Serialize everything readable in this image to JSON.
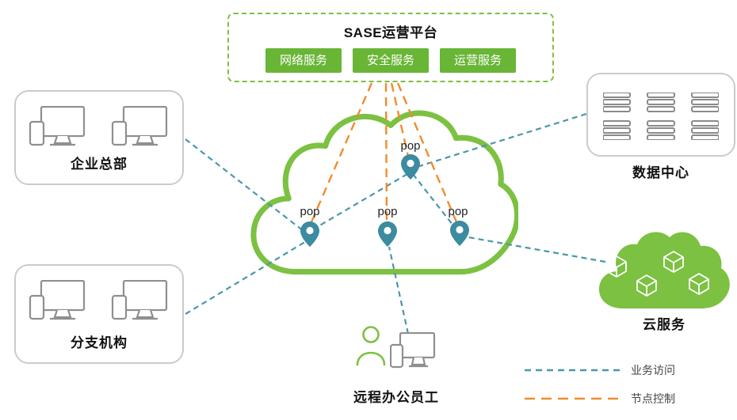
{
  "platform": {
    "title": "SASE运营平台",
    "services": [
      "网络服务",
      "安全服务",
      "运营服务"
    ]
  },
  "sites": {
    "hq": {
      "label": "企业总部"
    },
    "branch": {
      "label": "分支机构"
    },
    "datacenter": {
      "label": "数据中心"
    },
    "cloud_services": {
      "label": "云服务"
    },
    "remote_worker": {
      "label": "远程办公员工"
    }
  },
  "pops": [
    {
      "label": "pop"
    },
    {
      "label": "pop"
    },
    {
      "label": "pop"
    },
    {
      "label": "pop"
    }
  ],
  "legend": [
    {
      "label": "业务访问",
      "color": "#4a97ab"
    },
    {
      "label": "节点控制",
      "color": "#f08c2e"
    }
  ],
  "colors": {
    "brand_green": "#7cc142",
    "button_green": "#69b536",
    "teal_line": "#4a97ab",
    "orange_line": "#f08c2e",
    "pin_teal": "#3c8ba0",
    "icon_gray": "#8f8f8f"
  }
}
